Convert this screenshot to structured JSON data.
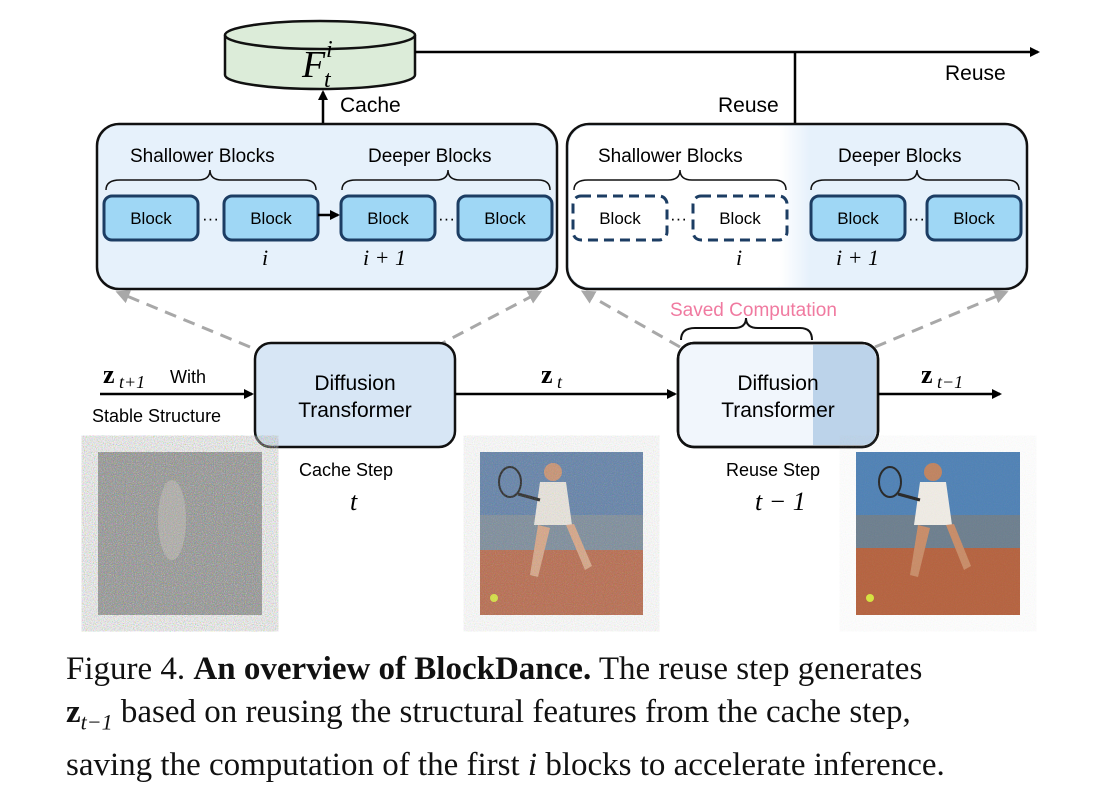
{
  "cache_store": {
    "label_main": "F",
    "label_sub": "t",
    "label_sup": "i"
  },
  "labels": {
    "cache": "Cache",
    "reuse_top": "Reuse",
    "reuse_mid": "Reuse",
    "saved_computation": "Saved Computation"
  },
  "left_group": {
    "shallower": "Shallower Blocks",
    "deeper": "Deeper Blocks",
    "blocks": [
      "Block",
      "Block",
      "Block",
      "Block"
    ],
    "index_i": "i",
    "index_i1": "i + 1"
  },
  "right_group": {
    "shallower": "Shallower Blocks",
    "deeper": "Deeper Blocks",
    "blocks": [
      "Block",
      "Block",
      "Block",
      "Block"
    ],
    "index_i": "i",
    "index_i1": "i + 1"
  },
  "dit_left": {
    "line1": "Diffusion",
    "line2": "Transformer",
    "step": "Cache Step",
    "time": "t"
  },
  "dit_right": {
    "line1": "Diffusion",
    "line2": "Transformer",
    "step": "Reuse Step",
    "time": "t − 1"
  },
  "inputs": {
    "z_in_main": "z",
    "z_in_sub": "t+1",
    "z_in_text": "With",
    "stable": "Stable Structure",
    "z_mid_main": "z",
    "z_mid_sub": "t",
    "z_out_main": "z",
    "z_out_sub": "t−1"
  },
  "caption": {
    "figure": "Figure 4.",
    "title": "An overview of BlockDance.",
    "text1": "The reuse step generates",
    "z_main": "z",
    "z_sub": "t−1",
    "text2": "based on reusing the structural features from the cache step,",
    "text3": "saving the computation of the first",
    "i": "i",
    "text4": "blocks to accelerate inference."
  },
  "colors": {
    "cache_fill": "#dcecd9",
    "group_fill": "#e6f1fb",
    "block_fill": "#9fd7f5",
    "block_border": "#1c3d63",
    "dit_fill": "#d7e6f5",
    "saved_color": "#f07aa0",
    "dashed_arrow": "#a8a8a8"
  }
}
